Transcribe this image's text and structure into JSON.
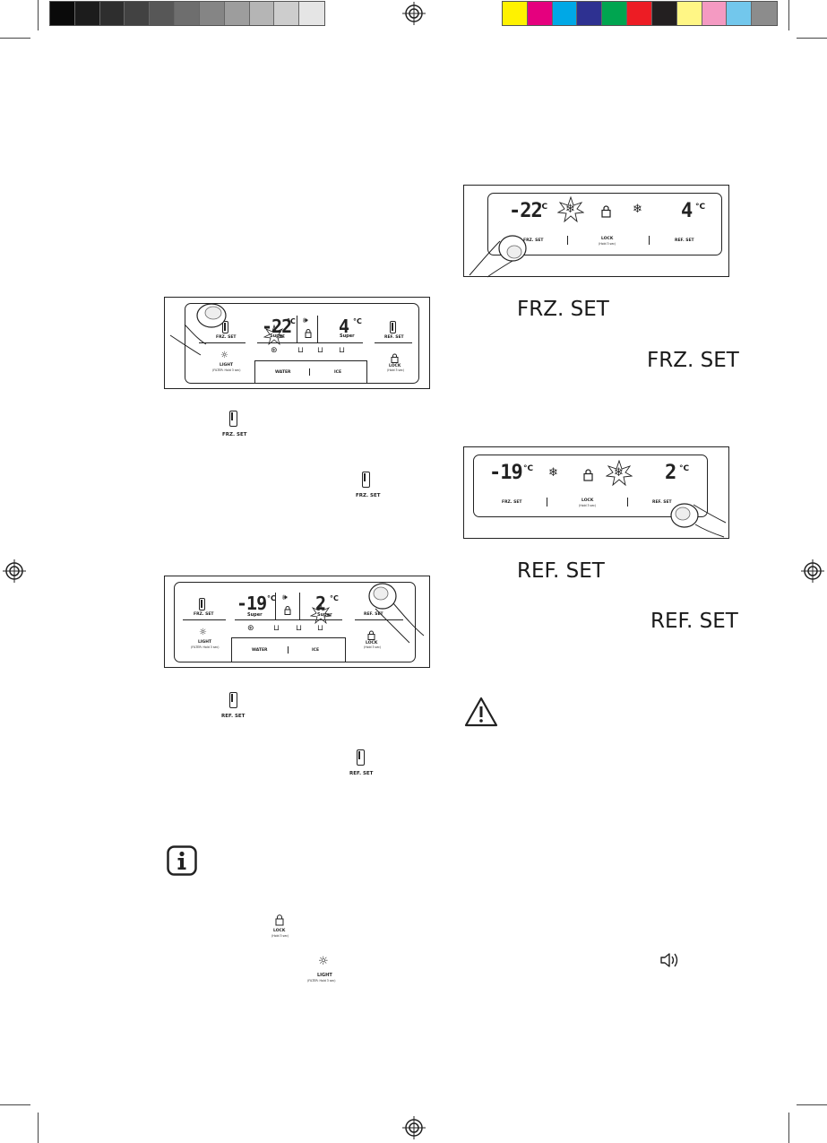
{
  "color_bar_left": [
    "#0a0a0a",
    "#1c1c1c",
    "#2e2e2e",
    "#424242",
    "#575757",
    "#6e6e6e",
    "#858585",
    "#9d9d9d",
    "#b5b5b5",
    "#cdcdcd",
    "#e5e5e5",
    "#ffffff"
  ],
  "color_bar_right": [
    "#fff200",
    "#e5007e",
    "#00a8e6",
    "#2e3191",
    "#00a550",
    "#ed1c24",
    "#231f20",
    "#fff685",
    "#f49ac2",
    "#72c7ec",
    "#8c8c8c"
  ],
  "labels": {
    "frz_set": "FRZ. SET",
    "ref_set": "REF. SET",
    "lock": "LOCK",
    "lock_hint": "(Hold 3 sec)",
    "light": "LIGHT",
    "light_hint": "(FILTER: Hold 3 sec)",
    "water": "WATER",
    "ice": "ICE",
    "super": "Super"
  },
  "panel1": {
    "frz_temp": "-22",
    "ref_temp": "4",
    "unit": "°C"
  },
  "panel2": {
    "frz_temp": "-19",
    "ref_temp": "2",
    "unit": "°C"
  },
  "panel3": {
    "frz_temp": "-22",
    "ref_temp": "4",
    "unit": "°C"
  },
  "panel4": {
    "frz_temp": "-19",
    "ref_temp": "2",
    "unit": "°C"
  }
}
